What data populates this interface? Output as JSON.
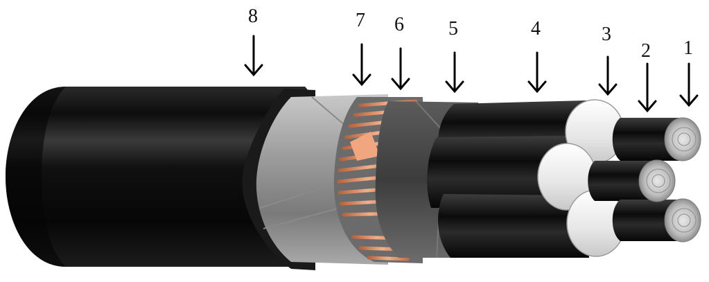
{
  "diagram": {
    "subject": "cable-cross-section-cutaway",
    "labels": [
      "1",
      "2",
      "3",
      "4",
      "5",
      "6",
      "7",
      "8"
    ]
  }
}
